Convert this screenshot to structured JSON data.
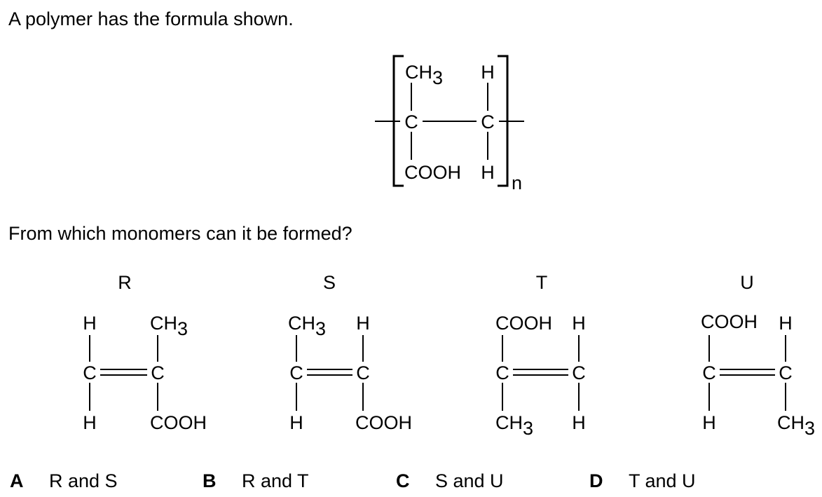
{
  "question": {
    "intro": "A polymer has the formula shown.",
    "prompt": "From which monomers can it be formed?"
  },
  "polymer": {
    "top_left": "CH",
    "top_left_sub": "3",
    "top_right": "H",
    "bottom_left": "COOH",
    "bottom_right": "H",
    "carbon": "C",
    "repeat": "n"
  },
  "monomers": [
    {
      "label": "R",
      "top_left": "H",
      "top_left_sub": "",
      "top_right": "CH",
      "top_right_sub": "3",
      "bottom_left": "H",
      "bottom_left_sub": "",
      "bottom_right": "COOH",
      "bottom_right_sub": ""
    },
    {
      "label": "S",
      "top_left": "CH",
      "top_left_sub": "3",
      "top_right": "H",
      "top_right_sub": "",
      "bottom_left": "H",
      "bottom_left_sub": "",
      "bottom_right": "COOH",
      "bottom_right_sub": ""
    },
    {
      "label": "T",
      "top_left": "COOH",
      "top_left_sub": "",
      "top_right": "H",
      "top_right_sub": "",
      "bottom_left": "CH",
      "bottom_left_sub": "3",
      "bottom_right": "H",
      "bottom_right_sub": ""
    },
    {
      "label": "U",
      "top_left": "COOH",
      "top_left_sub": "",
      "top_right": "H",
      "top_right_sub": "",
      "bottom_left": "H",
      "bottom_left_sub": "",
      "bottom_right": "CH",
      "bottom_right_sub": "3"
    }
  ],
  "carbon_symbol": "C",
  "options": [
    {
      "letter": "A",
      "text": "R and S"
    },
    {
      "letter": "B",
      "text": "R and T"
    },
    {
      "letter": "C",
      "text": "S and U"
    },
    {
      "letter": "D",
      "text": "T and U"
    }
  ]
}
